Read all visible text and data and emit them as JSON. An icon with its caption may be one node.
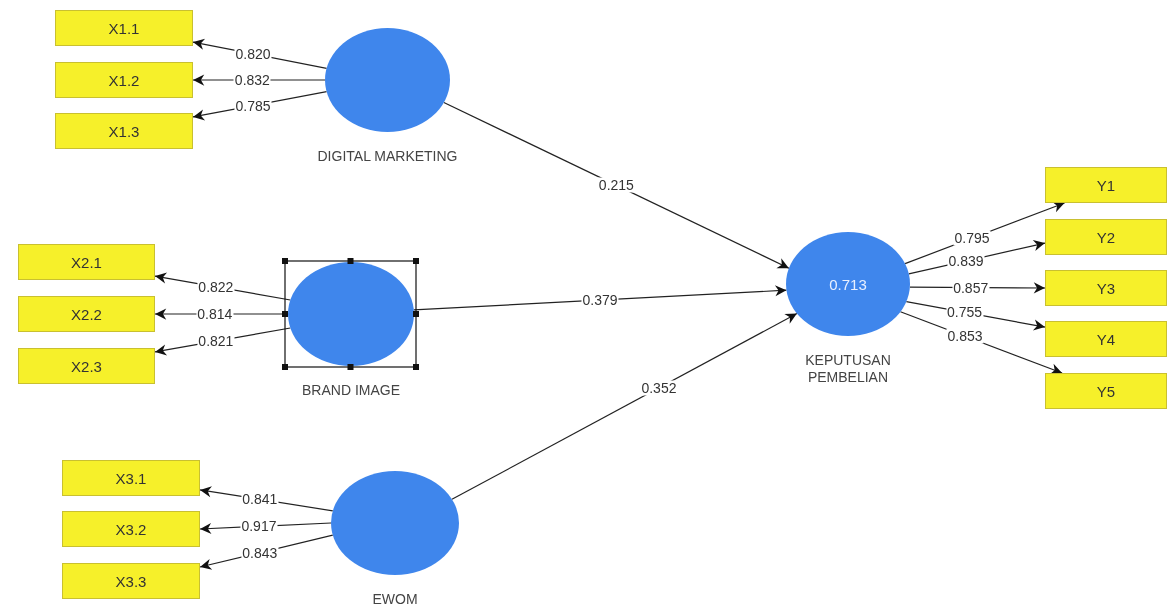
{
  "diagram": {
    "nodes": [
      {
        "text": [
          "X1.1"
        ]
      },
      {
        "text": [
          "X1.2"
        ]
      },
      {
        "text": [
          "X1.3"
        ]
      },
      {
        "text": [],
        "shape": "circle",
        "beside": [
          "DIGITAL MARKETING"
        ]
      },
      {
        "text": [
          "X2.1"
        ]
      },
      {
        "text": [
          "X2.2"
        ]
      },
      {
        "text": [
          "X2.3"
        ]
      },
      {
        "text": [],
        "shape": "circle",
        "beside": [
          "BRAND IMAGE"
        ]
      },
      {
        "text": [
          "0.713"
        ],
        "beside": [
          "KEPUTUSAN PEMBELIAN"
        ]
      },
      {
        "text": [
          "Y1"
        ]
      },
      {
        "text": [
          "Y2"
        ]
      },
      {
        "text": [
          "Y3"
        ]
      },
      {
        "text": [
          "Y4"
        ]
      },
      {
        "text": [
          "Y5"
        ]
      },
      {
        "text": [
          "X3.1"
        ]
      },
      {
        "text": [
          "X3.2"
        ]
      },
      {
        "text": [
          "X3.3"
        ]
      },
      {
        "text": [],
        "shape": "circle",
        "beside": [
          "EWOM"
        ]
      }
    ],
    "edges": [
      {
        "from": 3,
        "to": 0,
        "arrow": "to",
        "label": "0.820"
      },
      {
        "from": 3,
        "to": 1,
        "arrow": "to",
        "label": "0.832"
      },
      {
        "from": 3,
        "to": 2,
        "arrow": "to",
        "label": "0.785"
      },
      {
        "from": 7,
        "to": 4,
        "arrow": "to",
        "label": "0.822"
      },
      {
        "from": 7,
        "to": 5,
        "arrow": "to",
        "label": "0.814"
      },
      {
        "from": 7,
        "to": 6,
        "arrow": "to",
        "label": "0.821"
      },
      {
        "from": 3,
        "to": 8,
        "arrow": "to",
        "label": "0.215"
      },
      {
        "from": 7,
        "to": 8,
        "arrow": "to",
        "label": "0.379"
      },
      {
        "from": 17,
        "to": 8,
        "arrow": "to",
        "label": "0.352"
      },
      {
        "from": 8,
        "to": 9,
        "arrow": "to",
        "label": "0.795"
      },
      {
        "from": 8,
        "to": 10,
        "arrow": "to",
        "label": "0.839"
      },
      {
        "from": 8,
        "to": 11,
        "arrow": "to",
        "label": "0.857"
      },
      {
        "from": 8,
        "to": 12,
        "arrow": "to",
        "label": "0.755"
      },
      {
        "from": 8,
        "to": 13,
        "arrow": "to",
        "label": "0.853"
      },
      {
        "from": 17,
        "to": 14,
        "arrow": "to",
        "label": "0.841"
      },
      {
        "from": 17,
        "to": 15,
        "arrow": "to",
        "label": "0.917"
      },
      {
        "from": 17,
        "to": 16,
        "arrow": "to",
        "label": "0.843"
      }
    ]
  }
}
